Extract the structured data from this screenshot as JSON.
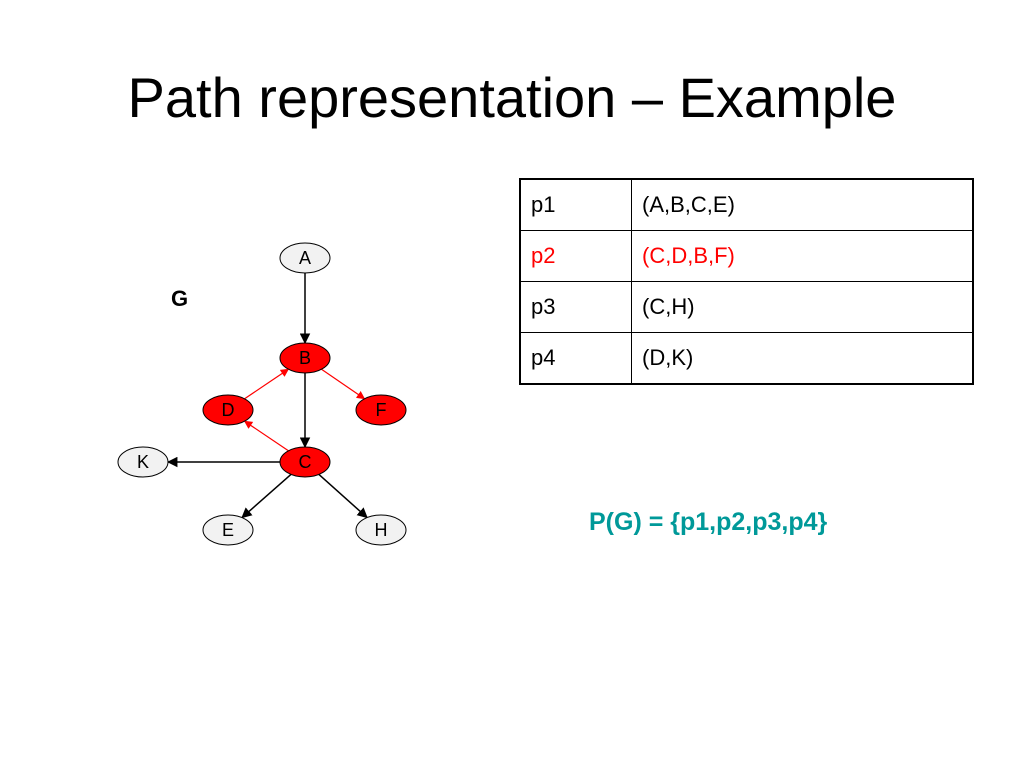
{
  "slide": {
    "title": "Path representation – Example"
  },
  "graph": {
    "label": "G",
    "nodes": [
      {
        "id": "A",
        "label": "A",
        "highlighted": false
      },
      {
        "id": "B",
        "label": "B",
        "highlighted": true
      },
      {
        "id": "D",
        "label": "D",
        "highlighted": true
      },
      {
        "id": "F",
        "label": "F",
        "highlighted": true
      },
      {
        "id": "K",
        "label": "K",
        "highlighted": false
      },
      {
        "id": "C",
        "label": "C",
        "highlighted": true
      },
      {
        "id": "E",
        "label": "E",
        "highlighted": false
      },
      {
        "id": "H",
        "label": "H",
        "highlighted": false
      }
    ],
    "edges": [
      {
        "from": "A",
        "to": "B",
        "highlighted": false
      },
      {
        "from": "B",
        "to": "C",
        "highlighted": false
      },
      {
        "from": "D",
        "to": "B",
        "highlighted": true
      },
      {
        "from": "B",
        "to": "F",
        "highlighted": true
      },
      {
        "from": "C",
        "to": "D",
        "highlighted": true
      },
      {
        "from": "C",
        "to": "K",
        "highlighted": false
      },
      {
        "from": "C",
        "to": "E",
        "highlighted": false
      },
      {
        "from": "C",
        "to": "H",
        "highlighted": false
      }
    ]
  },
  "paths_table": {
    "rows": [
      {
        "name": "p1",
        "path": "(A,B,C,E)",
        "highlighted": false
      },
      {
        "name": "p2",
        "path": "(C,D,B,F)",
        "highlighted": true
      },
      {
        "name": "p3",
        "path": "(C,H)",
        "highlighted": false
      },
      {
        "name": "p4",
        "path": "(D,K)",
        "highlighted": false
      }
    ]
  },
  "formula": "P(G) = {p1,p2,p3,p4}",
  "colors": {
    "highlight": "#ff0000",
    "formula": "#009999",
    "node_fill": "#f2f2f2",
    "node_fill_highlight": "#ff0000",
    "edge": "#000000"
  }
}
